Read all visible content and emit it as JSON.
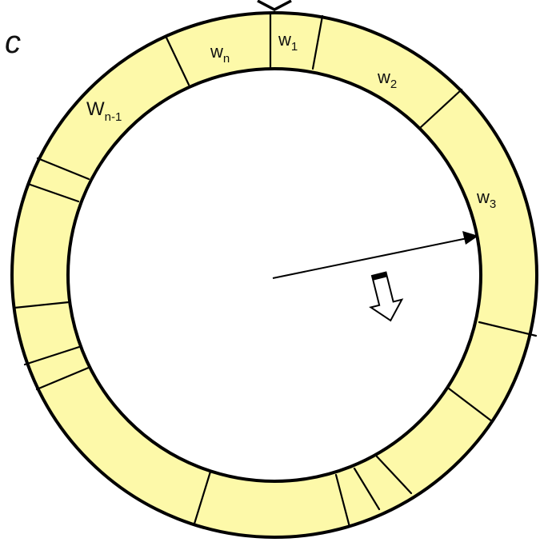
{
  "corner_label": "c",
  "segment_labels": [
    {
      "id": "w1",
      "base": "w",
      "sub": "1"
    },
    {
      "id": "wn",
      "base": "w",
      "sub": "n"
    },
    {
      "id": "w2",
      "base": "w",
      "sub": "2"
    },
    {
      "id": "wn-1",
      "base": "W",
      "sub": "n-1"
    },
    {
      "id": "w3",
      "base": "w",
      "sub": "3"
    }
  ],
  "colors": {
    "ring_fill": "#FDF9A9",
    "stroke": "#000000"
  }
}
